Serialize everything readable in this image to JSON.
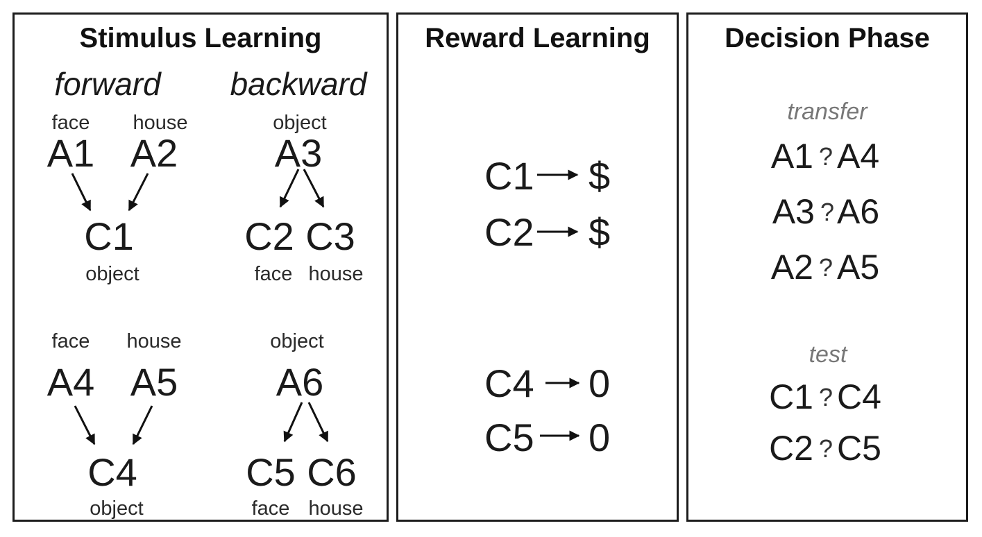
{
  "stimulus_learning": {
    "title": "Stimulus Learning",
    "forward_label": "forward",
    "backward_label": "backward",
    "set1": {
      "forward": {
        "top_left_cat": "face",
        "top_left": "A1",
        "top_right_cat": "house",
        "top_right": "A2",
        "bottom": "C1",
        "bottom_cat": "object"
      },
      "backward": {
        "top_cat": "object",
        "top": "A3",
        "bottom_left": "C2",
        "bottom_right": "C3",
        "bottom_left_cat": "face",
        "bottom_right_cat": "house"
      }
    },
    "set2": {
      "forward": {
        "top_left_cat": "face",
        "top_left": "A4",
        "top_right_cat": "house",
        "top_right": "A5",
        "bottom": "C4",
        "bottom_cat": "object"
      },
      "backward": {
        "top_cat": "object",
        "top": "A6",
        "bottom_left": "C5",
        "bottom_right": "C6",
        "bottom_left_cat": "face",
        "bottom_right_cat": "house"
      }
    }
  },
  "reward_learning": {
    "title": "Reward Learning",
    "rows": [
      {
        "stim": "C1",
        "outcome": "$"
      },
      {
        "stim": "C2",
        "outcome": "$"
      },
      {
        "stim": "C4",
        "outcome": "0"
      },
      {
        "stim": "C5",
        "outcome": "0"
      }
    ]
  },
  "decision_phase": {
    "title": "Decision Phase",
    "transfer_label": "transfer",
    "transfer_pairs": [
      {
        "left": "A1",
        "sep": "?",
        "right": "A4"
      },
      {
        "left": "A3",
        "sep": "?",
        "right": "A6"
      },
      {
        "left": "A2",
        "sep": "?",
        "right": "A5"
      }
    ],
    "test_label": "test",
    "test_pairs": [
      {
        "left": "C1",
        "sep": "?",
        "right": "C4"
      },
      {
        "left": "C2",
        "sep": "?",
        "right": "C5"
      }
    ]
  }
}
